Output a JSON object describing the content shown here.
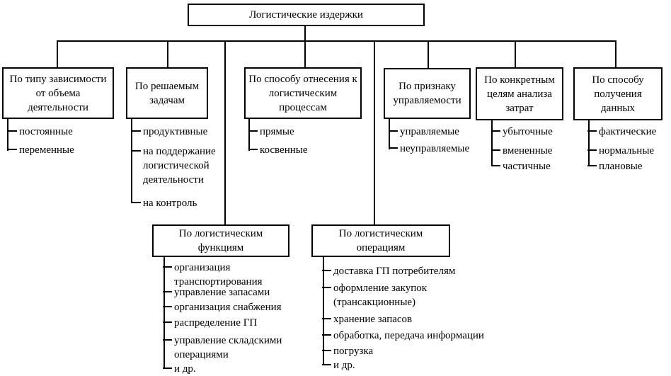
{
  "root": {
    "label": "Логистические издержки"
  },
  "categories": [
    {
      "label": "По типу зависимости от объема деятельности",
      "items": [
        "постоянные",
        "переменные"
      ]
    },
    {
      "label": "По решаемым задачам",
      "items": [
        "продуктивные",
        "на поддержание логистической деятельности",
        "на контроль"
      ]
    },
    {
      "label": "По способу отнесения к логистическим процессам",
      "items": [
        "прямые",
        "косвенные"
      ]
    },
    {
      "label": "По признаку управляемости",
      "items": [
        "управляемые",
        "неуправляемые"
      ]
    },
    {
      "label": "По конкретным целям анализа затрат",
      "items": [
        "убыточные",
        "вмененные",
        "частичные"
      ]
    },
    {
      "label": "По способу получения данных",
      "items": [
        "фактические",
        "нормальные",
        "плановые"
      ]
    }
  ],
  "functions": {
    "label": "По логистическим функциям",
    "items": [
      "организация транспортирования",
      "управление запасами",
      "организация снабжения",
      "распределение ГП",
      "управление складскими операциями",
      "и др."
    ]
  },
  "operations": {
    "label": "По логистическим операциям",
    "items": [
      "доставка ГП потребителям",
      "оформление закупок (трансакционные)",
      "хранение запасов",
      "обработка, передача информации",
      "погрузка",
      "и др."
    ]
  },
  "colors": {
    "line": "#000000",
    "background": "#ffffff",
    "text": "#000000"
  }
}
